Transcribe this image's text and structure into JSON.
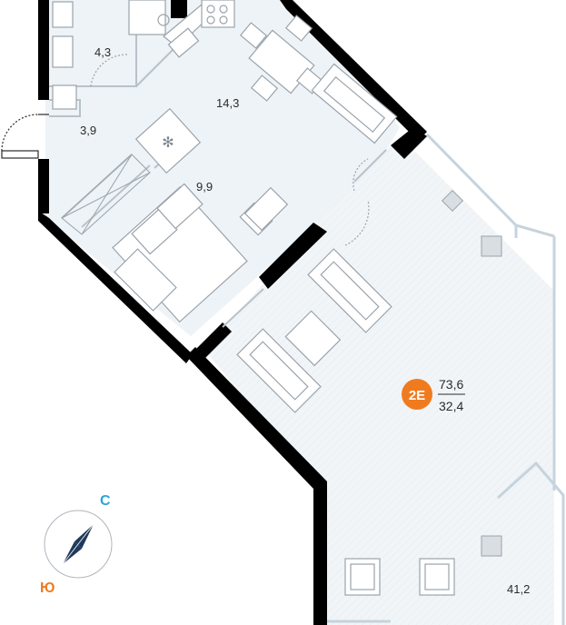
{
  "plan": {
    "unit": {
      "code": "2E",
      "total_area": "73,6",
      "living_area": "32,4",
      "badge_color": "#f07b1f"
    },
    "rooms": [
      {
        "id": "bathroom",
        "area": "4,3"
      },
      {
        "id": "hall",
        "area": "3,9"
      },
      {
        "id": "kitchen",
        "area": "14,3"
      },
      {
        "id": "bedroom",
        "area": "9,9"
      },
      {
        "id": "living",
        "area": "41,2"
      }
    ],
    "compass": {
      "north": "С",
      "south": "Ю",
      "north_color": "#2aa6d6",
      "south_color": "#f07b1f",
      "needle_color": "#1f3a5a"
    },
    "colors": {
      "wall": "#000000",
      "floor": "#eef3f7",
      "living_floor": "#f1f5f8",
      "glazing": "#c7d3dc",
      "furniture_stroke": "#9aa3ab"
    }
  }
}
